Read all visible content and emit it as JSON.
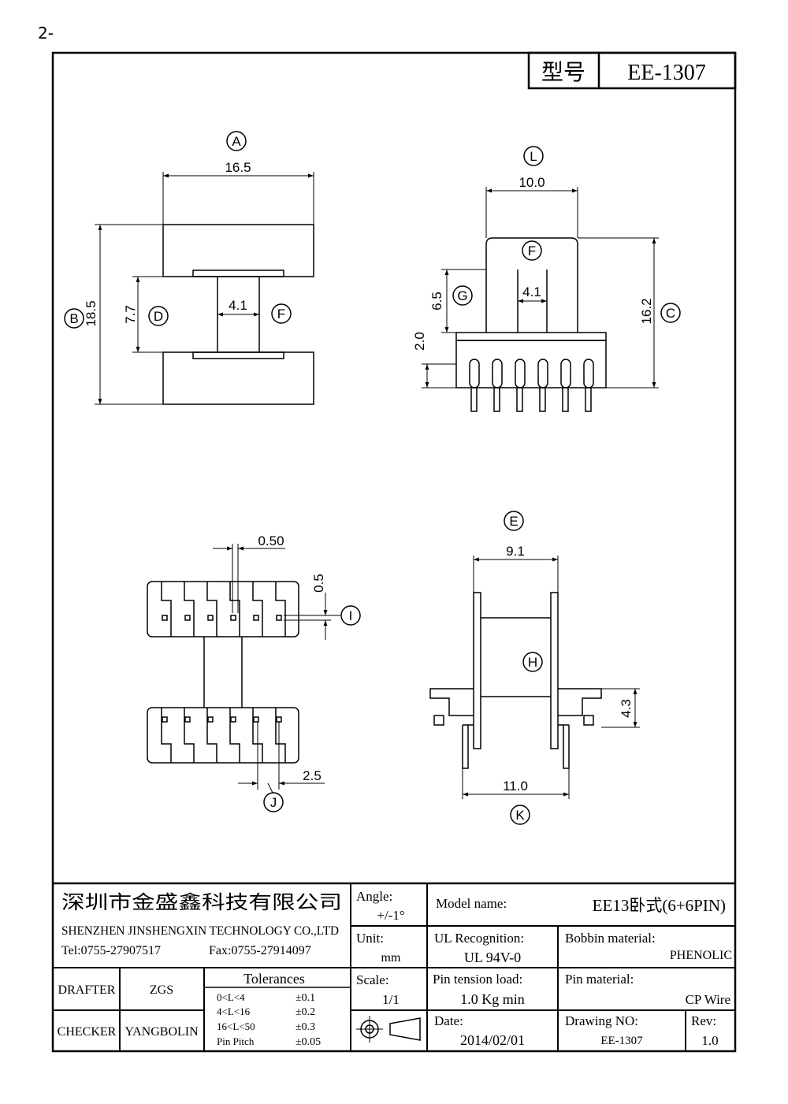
{
  "page_number": "2-",
  "header": {
    "model_label": "型号",
    "model_value": "EE-1307"
  },
  "views": {
    "top": {
      "ref_a": "A",
      "dim_a": "16.5",
      "ref_b": "B",
      "dim_b": "18.5",
      "ref_d": "D",
      "dim_d": "7.7",
      "ref_f": "F",
      "dim_f": "4.1"
    },
    "side": {
      "ref_l": "L",
      "dim_l": "10.0",
      "ref_f": "F",
      "dim_f": "4.1",
      "ref_g": "G",
      "dim_g": "6.5",
      "dim_base": "2.0",
      "ref_c": "C",
      "dim_c": "16.2"
    },
    "bottom": {
      "dim_pin_width": "0.50",
      "dim_pin_thick": "0.5",
      "ref_i": "I",
      "dim_pitch": "2.5",
      "ref_j": "J"
    },
    "front": {
      "ref_e": "E",
      "dim_e": "9.1",
      "ref_h": "H",
      "dim_h": "4.3",
      "dim_k": "11.0",
      "ref_k": "K"
    }
  },
  "title_block": {
    "company_cn": "深圳市金盛鑫科技有限公司",
    "company_en": "SHENZHEN JINSHENGXIN TECHNOLOGY CO.,LTD",
    "tel": "Tel:0755-27907517",
    "fax": "Fax:0755-27914097",
    "angle_label": "Angle:",
    "angle_value": "+/-1°",
    "model_name_label": "Model name:",
    "model_name_value": "EE13卧式(6+6PIN)",
    "unit_label": "Unit:",
    "unit_value": "mm",
    "ul_label": "UL Recognition:",
    "ul_value": "UL 94V-0",
    "bobbin_label": "Bobbin material:",
    "bobbin_value": "PHENOLIC",
    "drafter_label": "DRAFTER",
    "drafter_value": "ZGS",
    "checker_label": "CHECKER",
    "checker_value": "YANGBOLIN",
    "tolerances_label": "Tolerances",
    "tolerances": [
      {
        "range": "0<L<4",
        "value": "±0.1"
      },
      {
        "range": "4<L<16",
        "value": "±0.2"
      },
      {
        "range": "16<L<50",
        "value": "±0.3"
      },
      {
        "range": "Pin Pitch",
        "value": "±0.05"
      }
    ],
    "scale_label": "Scale:",
    "scale_value": "1/1",
    "pin_tension_label": "Pin tension load:",
    "pin_tension_value": "1.0 Kg min",
    "pin_material_label": "Pin material:",
    "pin_material_value": "CP Wire",
    "date_label": "Date:",
    "date_value": "2014/02/01",
    "drawing_no_label": "Drawing NO:",
    "drawing_no_value": "EE-1307",
    "rev_label": "Rev:",
    "rev_value": "1.0"
  }
}
